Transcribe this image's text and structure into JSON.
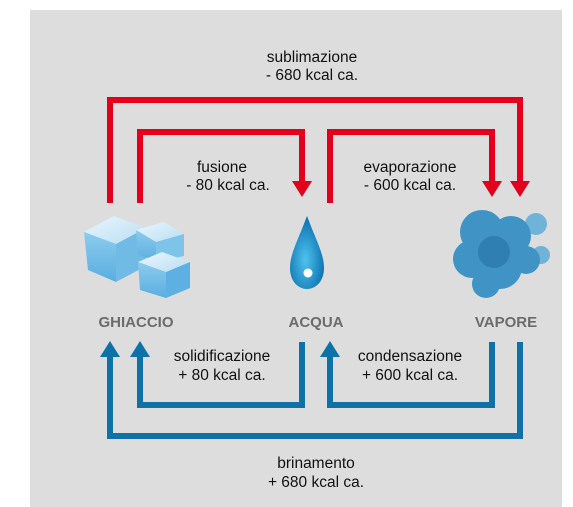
{
  "colors": {
    "background": "#dddddd",
    "red_arrows": "#e3001b",
    "blue_arrows": "#0e71a8",
    "state_text": "#6b6b6b"
  },
  "states": {
    "ice": {
      "label": "GHIACCIO",
      "icon": "ice-cubes-icon"
    },
    "water": {
      "label": "ACQUA",
      "icon": "water-drop-icon"
    },
    "vapor": {
      "label": "VAPORE",
      "icon": "vapor-cloud-icon"
    }
  },
  "transitions": {
    "sublimazione": {
      "name": "sublimazione",
      "energy": "- 680 kcal ca."
    },
    "fusione": {
      "name": "fusione",
      "energy": "- 80 kcal ca."
    },
    "evaporazione": {
      "name": "evaporazione",
      "energy": "- 600 kcal ca."
    },
    "solidificazione": {
      "name": "solidificazione",
      "energy": "+ 80 kcal ca."
    },
    "condensazione": {
      "name": "condensazione",
      "energy": "+ 600 kcal ca."
    },
    "brinamento": {
      "name": "brinamento",
      "energy": "+ 680 kcal ca."
    }
  }
}
